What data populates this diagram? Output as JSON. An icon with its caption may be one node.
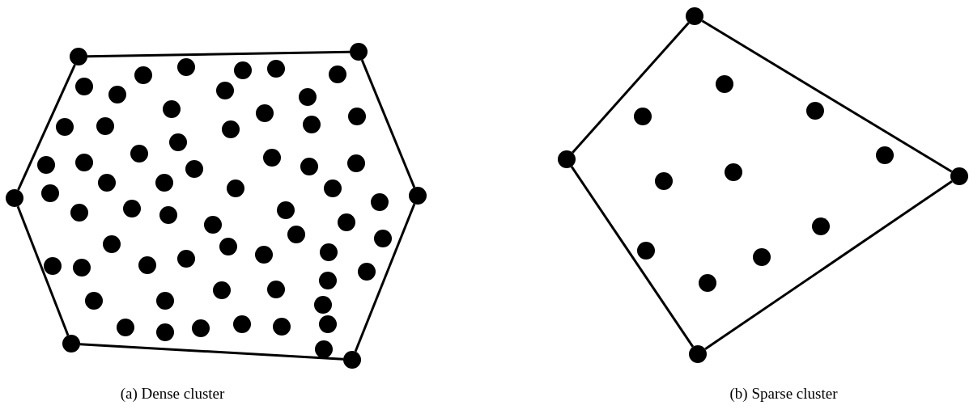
{
  "diagram": {
    "nodes": [
      {
        "text": [],
        "shape": "circle"
      },
      {
        "text": [],
        "shape": "circle"
      },
      {
        "text": [],
        "shape": "circle"
      },
      {
        "text": [],
        "shape": "circle"
      },
      {
        "text": [],
        "shape": "circle"
      },
      {
        "text": [],
        "shape": "circle"
      },
      {
        "text": [],
        "shape": "circle"
      },
      {
        "text": [],
        "shape": "circle"
      },
      {
        "text": [],
        "shape": "circle"
      },
      {
        "text": [],
        "shape": "circle"
      }
    ],
    "edges": [
      {
        "from": 0,
        "to": 1,
        "arrow": "none"
      },
      {
        "from": 1,
        "to": 2,
        "arrow": "none"
      },
      {
        "from": 2,
        "to": 3,
        "arrow": "none"
      },
      {
        "from": 3,
        "to": 4,
        "arrow": "none"
      },
      {
        "from": 4,
        "to": 5,
        "arrow": "none"
      },
      {
        "from": 5,
        "to": 0,
        "arrow": "none"
      },
      {
        "from": 6,
        "to": 7,
        "arrow": "none"
      },
      {
        "from": 7,
        "to": 8,
        "arrow": "none"
      },
      {
        "from": 8,
        "to": 9,
        "arrow": "none"
      },
      {
        "from": 9,
        "to": 6,
        "arrow": "none"
      }
    ],
    "labels": [
      "(a) Dense cluster",
      "(b) Sparse cluster"
    ]
  }
}
